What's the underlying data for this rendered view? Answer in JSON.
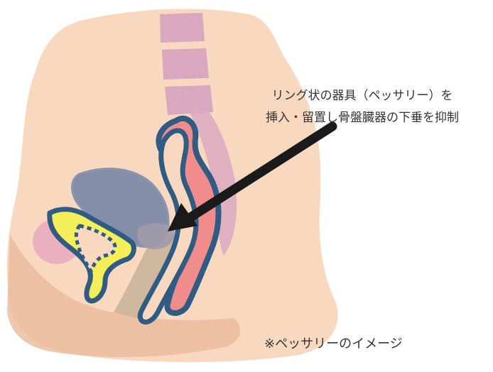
{
  "callout": {
    "line1": "リング状の器具（ペッサリー）を",
    "line2": "挿入・留置し骨盤臓器の下垂を抑制"
  },
  "footnote": "※ペッサリーのイメージ",
  "colors": {
    "skin": "#f8d9c0",
    "skin_shadow": "#eab99b",
    "spine": "#d9a8bf",
    "organ_outline": "#305b82",
    "organ_fill": "#f08c8c",
    "bladder": "#7f8aa8",
    "pubic_bone": "#f3ee5a",
    "pessary": "#9f9aa8",
    "vagina_canal": "#c9b29a",
    "arrow": "#1a1a1a"
  }
}
